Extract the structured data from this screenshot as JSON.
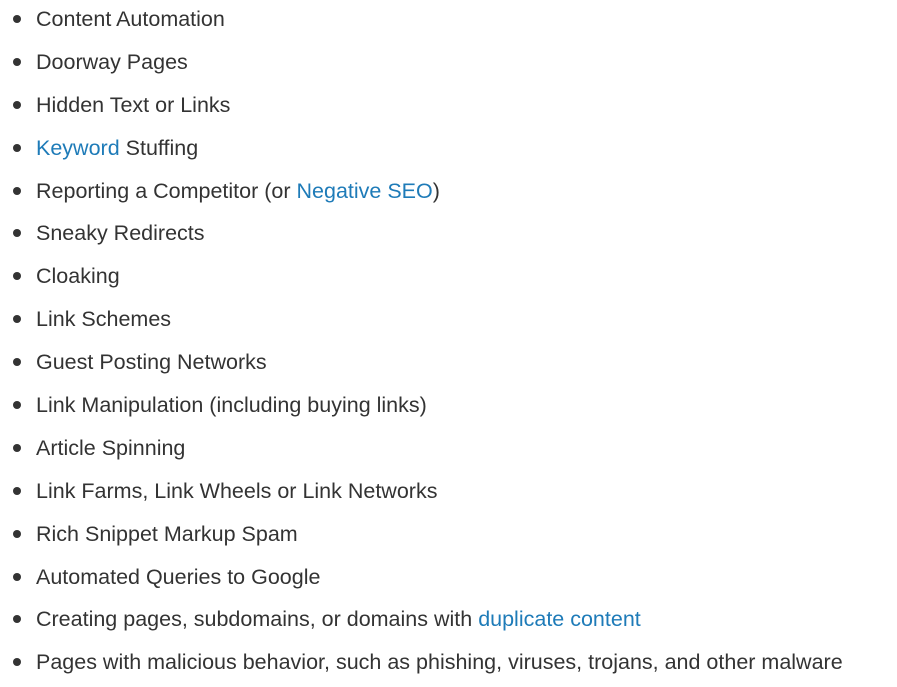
{
  "colors": {
    "text": "#333333",
    "link": "#1e7bb8"
  },
  "items": [
    {
      "parts": [
        {
          "text": "Content Automation"
        }
      ]
    },
    {
      "parts": [
        {
          "text": "Doorway Pages"
        }
      ]
    },
    {
      "parts": [
        {
          "text": "Hidden Text or Links"
        }
      ]
    },
    {
      "parts": [
        {
          "text": "Keyword",
          "link": true
        },
        {
          "text": " Stuffing"
        }
      ]
    },
    {
      "parts": [
        {
          "text": "Reporting a Competitor (or "
        },
        {
          "text": "Negative SEO",
          "link": true
        },
        {
          "text": ")"
        }
      ]
    },
    {
      "parts": [
        {
          "text": "Sneaky Redirects"
        }
      ]
    },
    {
      "parts": [
        {
          "text": "Cloaking"
        }
      ]
    },
    {
      "parts": [
        {
          "text": "Link Schemes"
        }
      ]
    },
    {
      "parts": [
        {
          "text": "Guest Posting Networks"
        }
      ]
    },
    {
      "parts": [
        {
          "text": "Link Manipulation (including buying links)"
        }
      ]
    },
    {
      "parts": [
        {
          "text": "Article Spinning"
        }
      ]
    },
    {
      "parts": [
        {
          "text": "Link Farms, Link Wheels or Link Networks"
        }
      ]
    },
    {
      "parts": [
        {
          "text": "Rich Snippet Markup Spam"
        }
      ]
    },
    {
      "parts": [
        {
          "text": "Automated Queries to Google"
        }
      ]
    },
    {
      "parts": [
        {
          "text": "Creating pages, subdomains, or domains with "
        },
        {
          "text": "duplicate content",
          "link": true
        }
      ]
    },
    {
      "parts": [
        {
          "text": "Pages with malicious behavior, such as phishing, viruses, trojans, and other malware"
        }
      ]
    }
  ]
}
